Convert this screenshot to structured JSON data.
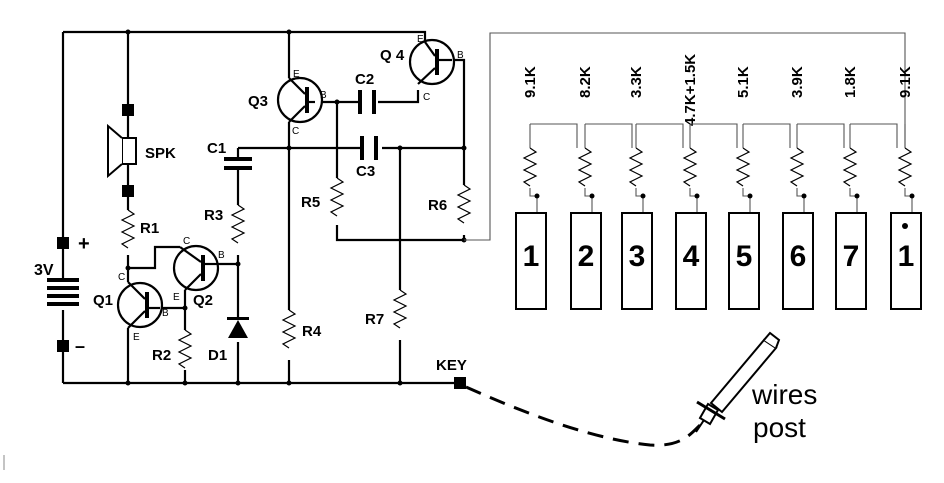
{
  "labels": {
    "spk": "SPK",
    "battery": "3V",
    "plus": "+",
    "minus": "–",
    "r1": "R1",
    "r2": "R2",
    "r3": "R3",
    "r4": "R4",
    "r5": "R5",
    "r6": "R6",
    "r7": "R7",
    "c1": "C1",
    "c2": "C2",
    "c3": "C3",
    "d1": "D1",
    "q1": "Q1",
    "q2": "Q2",
    "q3": "Q3",
    "q4": "Q 4",
    "key": "KEY",
    "wires": "wires",
    "post": "post"
  },
  "pins": {
    "emitter": "E",
    "base": "B",
    "collector": "C"
  },
  "resistor_values": [
    "9.1K",
    "8.2K",
    "3.3K",
    "4.7K+1.5K",
    "5.1K",
    "3.9K",
    "1.8K",
    "9.1K"
  ],
  "key_plates": [
    "1",
    "2",
    "3",
    "4",
    "5",
    "6",
    "7",
    "1"
  ]
}
